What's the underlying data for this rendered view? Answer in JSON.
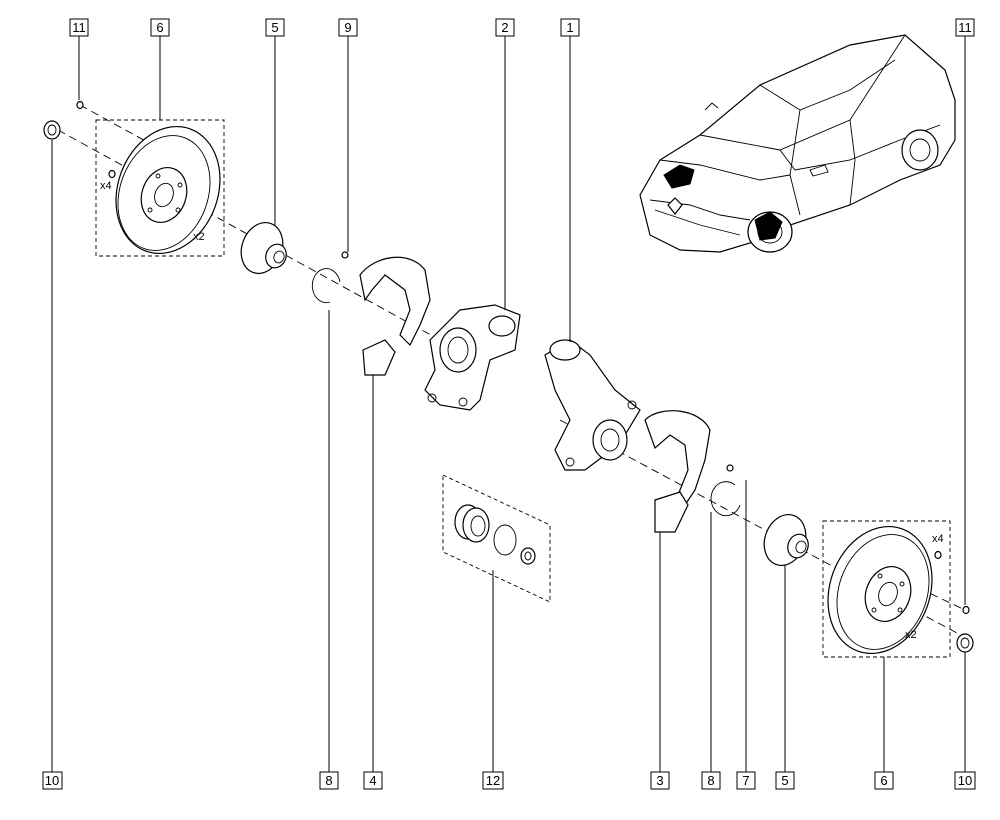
{
  "colors": {
    "line": "#000000",
    "background": "#ffffff"
  },
  "callouts": [
    {
      "id": "c11-left",
      "label": "11"
    },
    {
      "id": "c6-top-left",
      "label": "6"
    },
    {
      "id": "c5-top-left",
      "label": "5"
    },
    {
      "id": "c9",
      "label": "9"
    },
    {
      "id": "c2",
      "label": "2"
    },
    {
      "id": "c1",
      "label": "1"
    },
    {
      "id": "c11-right",
      "label": "11"
    },
    {
      "id": "c10-left",
      "label": "10"
    },
    {
      "id": "c8-left",
      "label": "8"
    },
    {
      "id": "c4",
      "label": "4"
    },
    {
      "id": "c12",
      "label": "12"
    },
    {
      "id": "c3",
      "label": "3"
    },
    {
      "id": "c8-right",
      "label": "8"
    },
    {
      "id": "c7",
      "label": "7"
    },
    {
      "id": "c5-bottom-right",
      "label": "5"
    },
    {
      "id": "c6-bottom-right",
      "label": "6"
    },
    {
      "id": "c10-right",
      "label": "10"
    }
  ],
  "quantity_marks": {
    "left_screws": "x4",
    "left_disc": "x2",
    "right_screws": "x4",
    "right_disc": "x2"
  }
}
